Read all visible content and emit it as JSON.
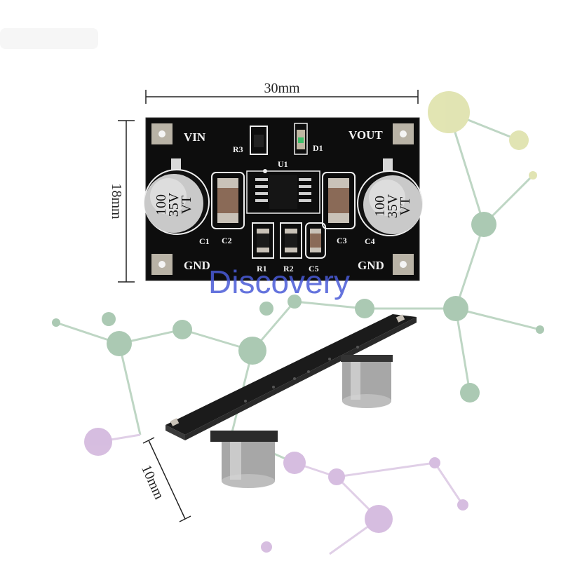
{
  "dimensions": {
    "width": "30mm",
    "height": "18mm",
    "thickness": "10mm"
  },
  "board": {
    "vin": "VIN",
    "vout": "VOUT",
    "gnd_left": "GND",
    "gnd_right": "GND",
    "refs": {
      "r1": "R1",
      "r2": "R2",
      "r3": "R3",
      "d1": "D1",
      "u1": "U1",
      "c1": "C1",
      "c2": "C2",
      "c3": "C3",
      "c4": "C4",
      "c5": "C5"
    },
    "cap_left": {
      "line1": "100",
      "line2": "35V",
      "line3": "VT"
    },
    "cap_right": {
      "line1": "100",
      "line2": "35V",
      "line3": "VT"
    }
  },
  "watermark": "Discovery",
  "colors": {
    "pcb": "#0d0d0d",
    "silk": "#f2f2f2",
    "watermark": "#4a5bd8",
    "bg_nodes_green": "#8fb89a",
    "bg_nodes_yellow": "#d8dc9a",
    "bg_nodes_purple": "#c9a8d6"
  }
}
